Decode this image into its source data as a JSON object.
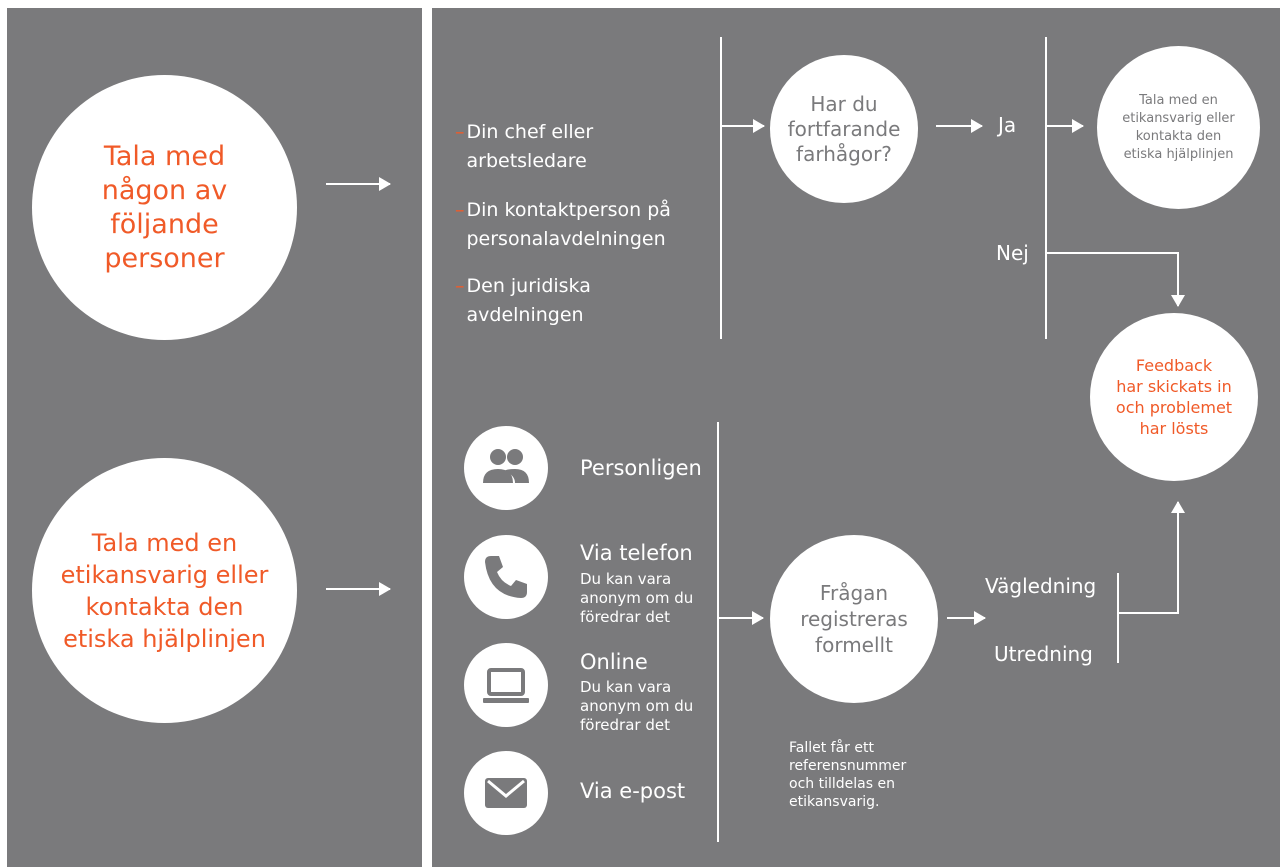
{
  "left": {
    "circle_top": "Tala med\nnågon av\nföljande\npersoner",
    "circle_bottom": "Tala med en\netikansvarig eller\nkontakta den\netiska hjälplinjen"
  },
  "people": [
    "Din chef eller\narbetsledare",
    "Din kontaktperson på\npersonalavdelningen",
    "Den juridiska\navdelningen"
  ],
  "question": "Har du\nfortfarande\nfarhågor?",
  "answer_yes": "Ja",
  "answer_no": "Nej",
  "ethics_circle": "Tala med en\netikansvarig eller\nkontakta den\netiska hjälplinjen",
  "feedback_circle": "Feedback\nhar skickats in\noch problemet\nhar lösts",
  "channels": {
    "in_person": {
      "title": "Personligen",
      "icon": "people-icon"
    },
    "phone": {
      "title": "Via telefon",
      "sub": "Du kan vara\nanonym om du\nföredrar det",
      "icon": "phone-icon"
    },
    "online": {
      "title": "Online",
      "sub": "Du kan vara\nanonym om du\nföredrar det",
      "icon": "laptop-icon"
    },
    "email": {
      "title": "Via e-post",
      "icon": "envelope-icon"
    }
  },
  "registered_circle": "Frågan\nregistreras\nformellt",
  "registered_note": "Fallet får ett\nreferensnummer\noch tilldelas en\netikansvarig.",
  "outcome_guidance": "Vägledning",
  "outcome_investigation": "Utredning",
  "colors": {
    "panel": "#7a7a7c",
    "accent": "#f05a28",
    "text_on_panel": "#ffffff"
  }
}
